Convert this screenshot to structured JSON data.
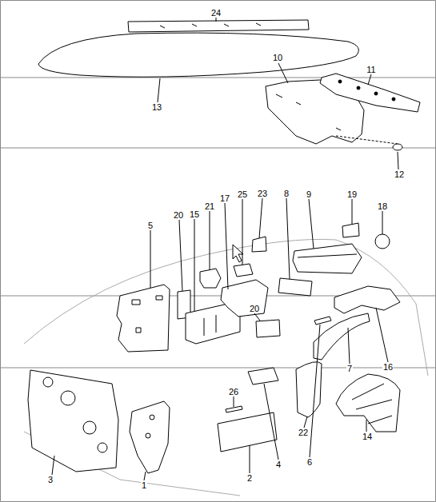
{
  "diagram": {
    "labels": [
      "24",
      "13",
      "10",
      "11",
      "12",
      "19",
      "18",
      "5",
      "20",
      "21",
      "17",
      "25",
      "23",
      "8",
      "9",
      "15",
      "20",
      "16",
      "7",
      "6",
      "22",
      "14",
      "26",
      "4",
      "2",
      "1",
      "3"
    ]
  }
}
